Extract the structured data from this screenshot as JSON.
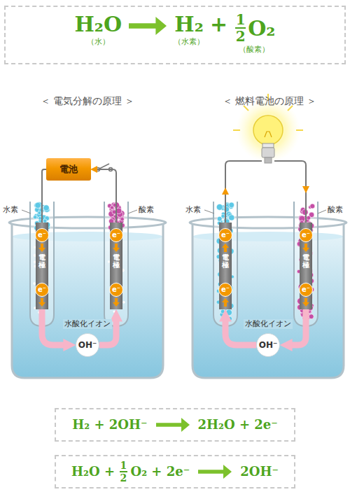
{
  "diagram": {
    "nodes": [
      {
        "text": [
          "H₂O",
          "（水）",
          "H₂",
          "（水素）",
          "+",
          "1",
          "2",
          "O₂",
          "（酸素）"
        ]
      },
      {
        "text": [
          "電池"
        ]
      },
      {
        "text": [
          "電極"
        ]
      },
      {
        "text": [
          "e⁻"
        ],
        "in": 2
      },
      {
        "text": [
          "e⁻"
        ],
        "in": 2
      },
      {
        "text": [
          "電極"
        ]
      },
      {
        "text": [
          "e⁻"
        ],
        "in": 5
      },
      {
        "text": [
          "e⁻"
        ],
        "in": 5
      },
      {
        "text": [
          "OH⁻"
        ]
      },
      {
        "text": [
          "電極"
        ]
      },
      {
        "text": [
          "e⁻"
        ],
        "in": 9
      },
      {
        "text": [
          "e⁻"
        ],
        "in": 9
      },
      {
        "text": [
          "電極"
        ]
      },
      {
        "text": [
          "e⁻"
        ],
        "in": 12
      },
      {
        "text": [
          "e⁻"
        ],
        "in": 12
      },
      {
        "text": [
          "OH⁻"
        ]
      },
      {
        "text": [
          "H₂ + 2OH⁻",
          "2H₂O + 2e⁻"
        ]
      },
      {
        "text": [
          "H₂O +",
          "1",
          "2",
          "O₂ + 2e⁻",
          "2OH⁻"
        ]
      }
    ],
    "edges": [
      {
        "from": 1,
        "to": 2,
        "arrow": "none"
      },
      {
        "from": 5,
        "to": 1,
        "arrow": "to"
      },
      {
        "from": 2,
        "to": 8,
        "arrow": "to"
      },
      {
        "from": 8,
        "to": 5,
        "arrow": "to"
      },
      {
        "from": 12,
        "to": 15,
        "arrow": "to"
      },
      {
        "from": 15,
        "to": 9,
        "arrow": "to"
      }
    ],
    "labels": [
      "＜ 電気分解の原理 ＞",
      "＜ 燃料電池の原理 ＞",
      "水素",
      "酸素",
      "水酸化イオン",
      "水素",
      "酸素",
      "水酸化イオン"
    ]
  }
}
